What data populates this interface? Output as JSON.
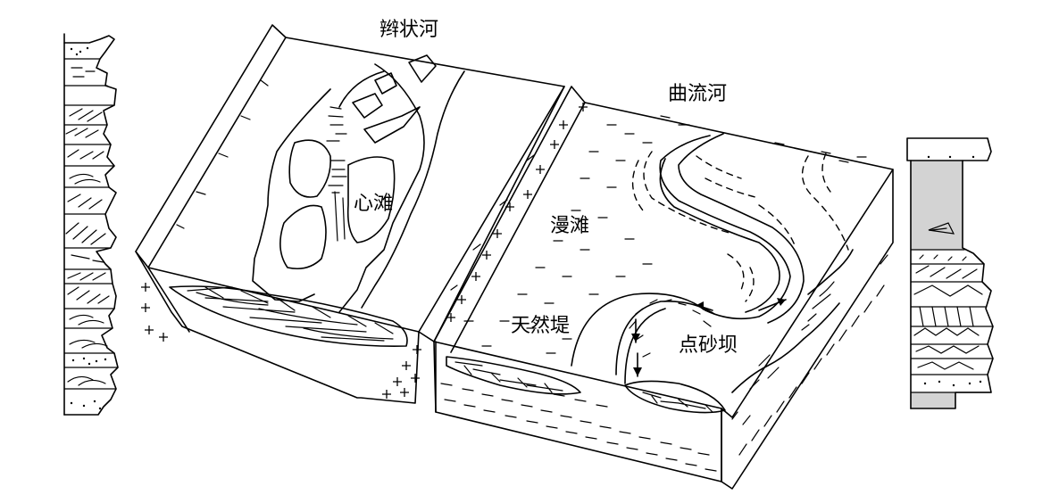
{
  "labels": {
    "braided_river": "辫状河",
    "meandering_river": "曲流河",
    "channel_bar": "心滩",
    "floodplain": "漫滩",
    "natural_levee": "天然堤",
    "point_bar": "点砂坝"
  },
  "colors": {
    "line": "#000000",
    "background": "#ffffff",
    "column_shade": "#d3d3d3"
  }
}
